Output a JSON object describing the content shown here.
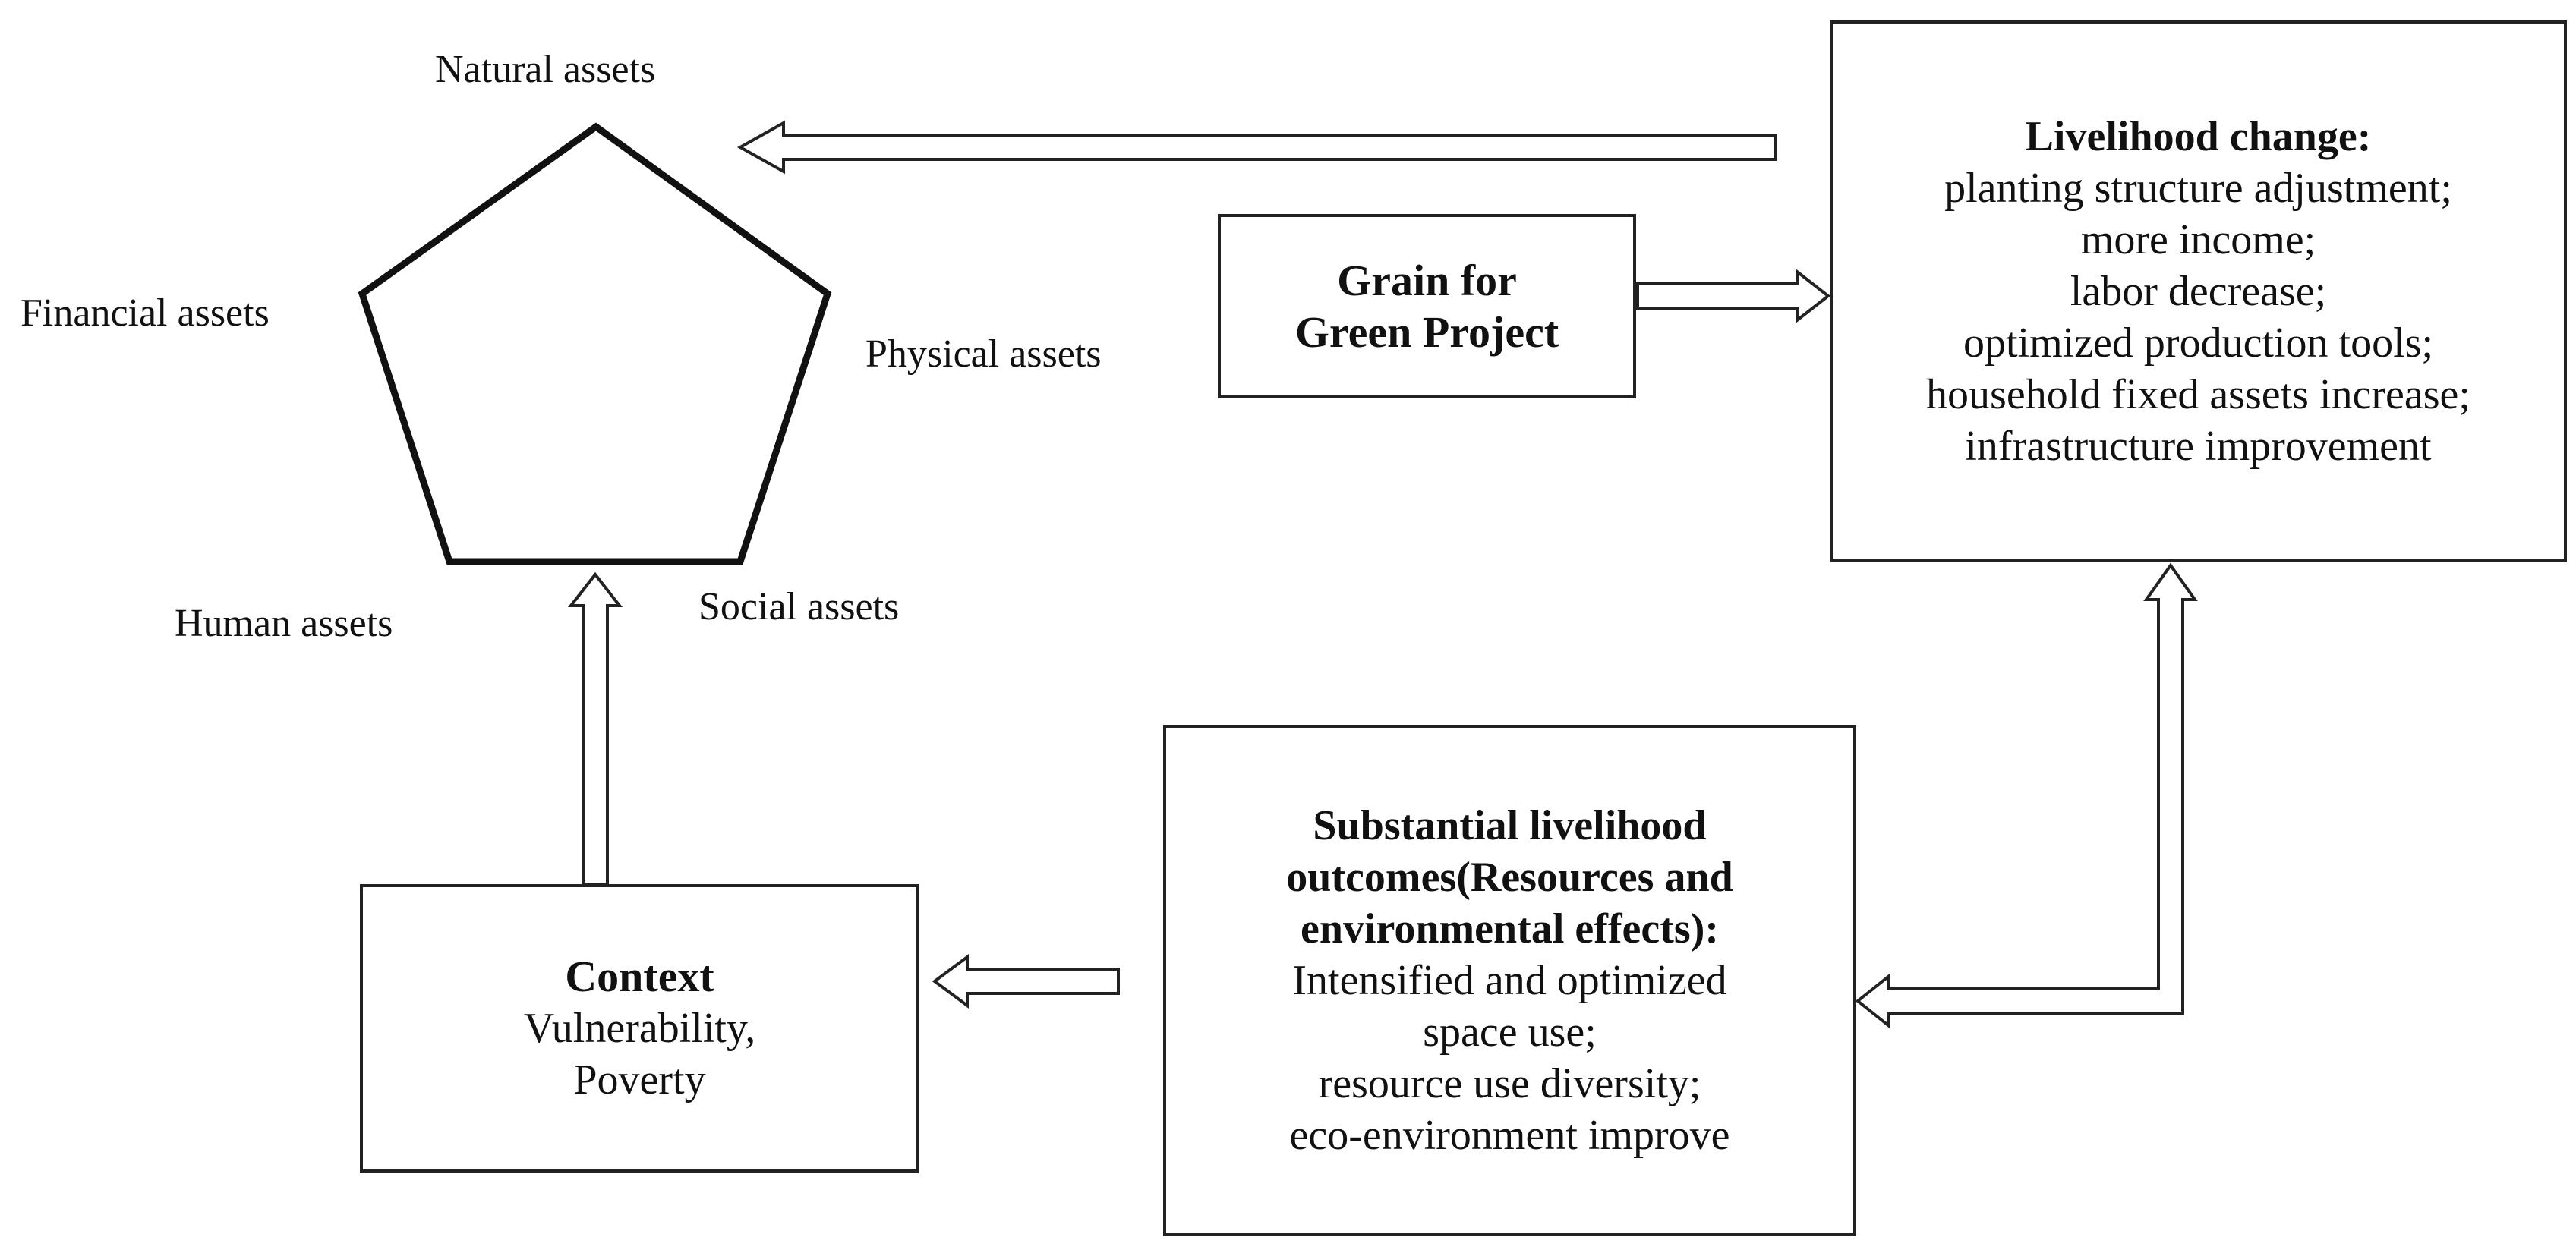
{
  "assets": {
    "natural": "Natural  assets",
    "financial": "Financial assets",
    "physical": "Physical assets",
    "human": "Human assets",
    "social": "Social assets"
  },
  "grain_box": {
    "title_lines": [
      "Grain for",
      "Green Project"
    ]
  },
  "livelihood_change": {
    "title": "Livelihood change:",
    "lines": [
      "planting  structure adjustment;",
      "more income;",
      "labor decrease;",
      "optimized production tools;",
      "household fixed  assets increase;",
      "infrastructure improvement"
    ]
  },
  "outcomes": {
    "title_lines": [
      "Substantial livelihood",
      "outcomes(Resources and",
      "environmental effects):"
    ],
    "lines": [
      "Intensified  and optimized",
      "space use;",
      "resource use diversity;",
      "eco-environment  improve"
    ]
  },
  "context": {
    "title": "Context",
    "lines": [
      "Vulnerability,",
      "Poverty"
    ]
  }
}
